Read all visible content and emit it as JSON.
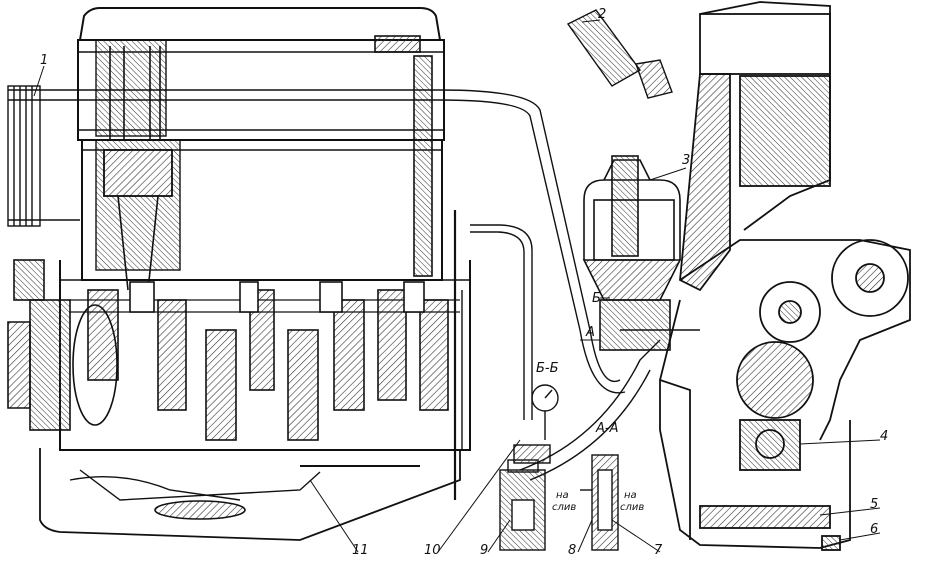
{
  "callouts": [
    "1",
    "2",
    "3",
    "4",
    "5",
    "6",
    "7",
    "8",
    "9",
    "10",
    "11"
  ],
  "section_labels": {
    "bb": "Б-Б",
    "aa": "А-А",
    "b_mark": "Б",
    "a_mark": "А"
  },
  "drain_labels": {
    "left_top": "на",
    "left_bottom": "слив",
    "right_top": "на",
    "right_bottom": "слив"
  },
  "colors": {
    "ink": "#111111",
    "paper": "#ffffff",
    "hatch": "#333333"
  }
}
